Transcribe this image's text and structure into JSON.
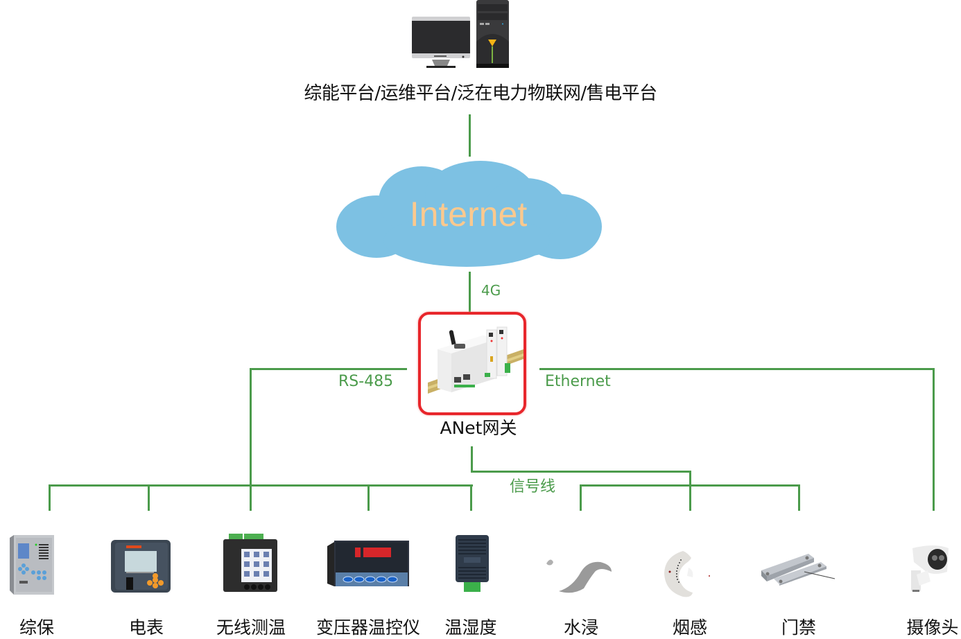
{
  "platform": {
    "icon": "computer-workstation-icon",
    "label": "综能平台/运维平台/泛在电力物联网/售电平台"
  },
  "cloud": {
    "icon": "cloud-icon",
    "label": "Internet"
  },
  "links": {
    "uplink": "4G",
    "rs485": "RS-485",
    "ethernet": "Ethernet",
    "signal": "信号线"
  },
  "gateway": {
    "icon": "gateway-device-icon",
    "label": "ANet网关",
    "highlight_color": "#e8262b"
  },
  "colors": {
    "line": "#4b9b4b",
    "cloud": "#7dc1e3",
    "cloud_text": "#fbc98e"
  },
  "devices": [
    {
      "label": "综保",
      "icon": "protection-relay-icon",
      "link": "RS-485"
    },
    {
      "label": "电表",
      "icon": "power-meter-icon",
      "link": "RS-485"
    },
    {
      "label": "无线测温",
      "icon": "wireless-temperature-icon",
      "link": "RS-485"
    },
    {
      "label": "变压器温控仪",
      "icon": "transformer-temp-controller-icon",
      "link": "RS-485"
    },
    {
      "label": "温湿度",
      "icon": "humidity-sensor-icon",
      "link": "RS-485"
    },
    {
      "label": "水浸",
      "icon": "water-leak-sensor-icon",
      "link": "信号线"
    },
    {
      "label": "烟感",
      "icon": "smoke-detector-icon",
      "link": "信号线"
    },
    {
      "label": "门禁",
      "icon": "door-contact-icon",
      "link": "信号线"
    },
    {
      "label": "摄像头",
      "icon": "camera-icon",
      "link": "Ethernet"
    }
  ]
}
